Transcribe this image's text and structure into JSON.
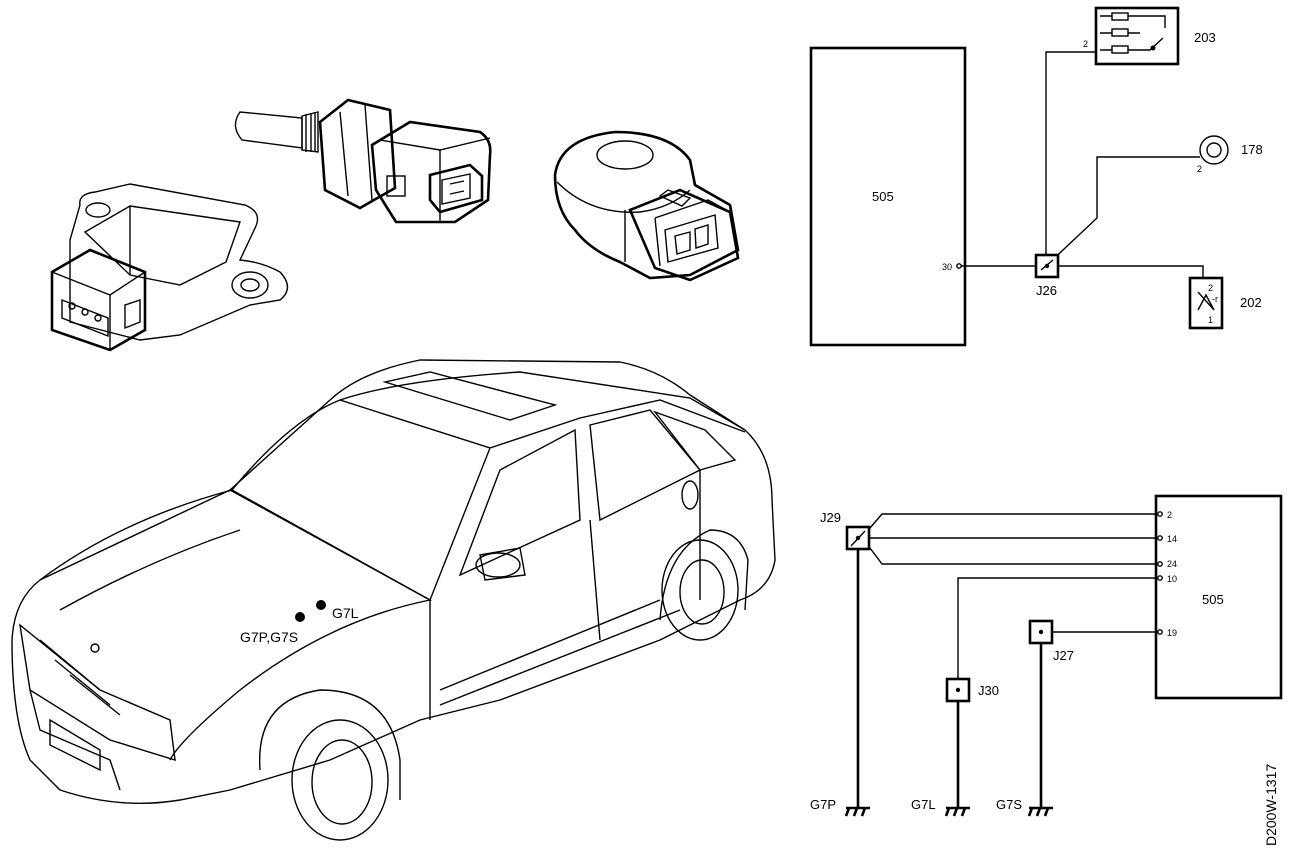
{
  "diagram": {
    "ecu_label": "505",
    "ecu_pin_30": "30",
    "ecu2_label": "505",
    "ecu2_pins": [
      "2",
      "14",
      "24",
      "10",
      "19"
    ],
    "components": {
      "c203": "203",
      "c203_pin": "2",
      "c178": "178",
      "c178_pin": "2",
      "c202": "202",
      "c202_pin_top": "2",
      "c202_pin_bottom": "1",
      "c202_sym": "-r"
    },
    "junctions": {
      "j26": "J26",
      "j29": "J29",
      "j30": "J30",
      "j27": "J27"
    },
    "grounds": {
      "g7p": "G7P",
      "g7l": "G7L",
      "g7s": "G7S"
    },
    "car_labels": {
      "g7l": "G7L",
      "g7p_g7s": "G7P,G7S"
    },
    "drawing_id": "D200W-1317"
  }
}
